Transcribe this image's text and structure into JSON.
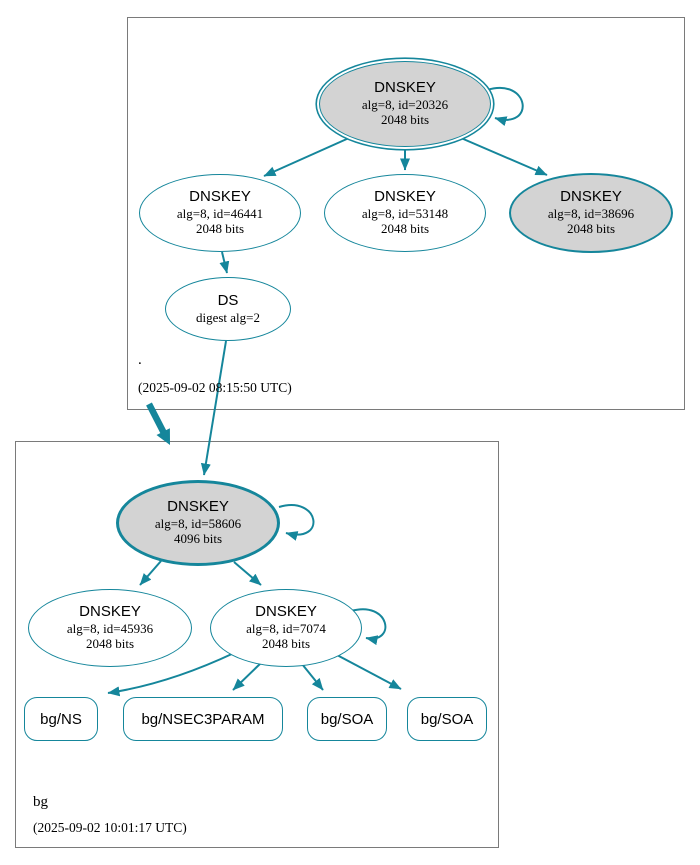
{
  "colors": {
    "edge_teal": "#15869b",
    "sep_key_fill": "#d3d3d3",
    "normal_fill": "#ffffff",
    "zone_border_gray": "#7a7a7a"
  },
  "zones": {
    "root": {
      "name": ".",
      "timestamp": "(2025-09-02 08:15:50 UTC)"
    },
    "bg": {
      "name": "bg",
      "timestamp": "(2025-09-02 10:01:17 UTC)"
    }
  },
  "nodes": {
    "dnskey_20326": {
      "title": "DNSKEY",
      "line1": "alg=8, id=20326",
      "line2": "2048 bits"
    },
    "dnskey_46441": {
      "title": "DNSKEY",
      "line1": "alg=8, id=46441",
      "line2": "2048 bits"
    },
    "dnskey_53148": {
      "title": "DNSKEY",
      "line1": "alg=8, id=53148",
      "line2": "2048 bits"
    },
    "dnskey_38696": {
      "title": "DNSKEY",
      "line1": "alg=8, id=38696",
      "line2": "2048 bits"
    },
    "ds_root": {
      "title": "DS",
      "line1": "digest alg=2"
    },
    "dnskey_58606": {
      "title": "DNSKEY",
      "line1": "alg=8, id=58606",
      "line2": "4096 bits"
    },
    "dnskey_45936": {
      "title": "DNSKEY",
      "line1": "alg=8, id=45936",
      "line2": "2048 bits"
    },
    "dnskey_7074": {
      "title": "DNSKEY",
      "line1": "alg=8, id=7074",
      "line2": "2048 bits"
    },
    "rrset_bg_ns": {
      "label": "bg/NS"
    },
    "rrset_bg_nsec3param": {
      "label": "bg/NSEC3PARAM"
    },
    "rrset_bg_soa_1": {
      "label": "bg/SOA"
    },
    "rrset_bg_soa_2": {
      "label": "bg/SOA"
    }
  }
}
